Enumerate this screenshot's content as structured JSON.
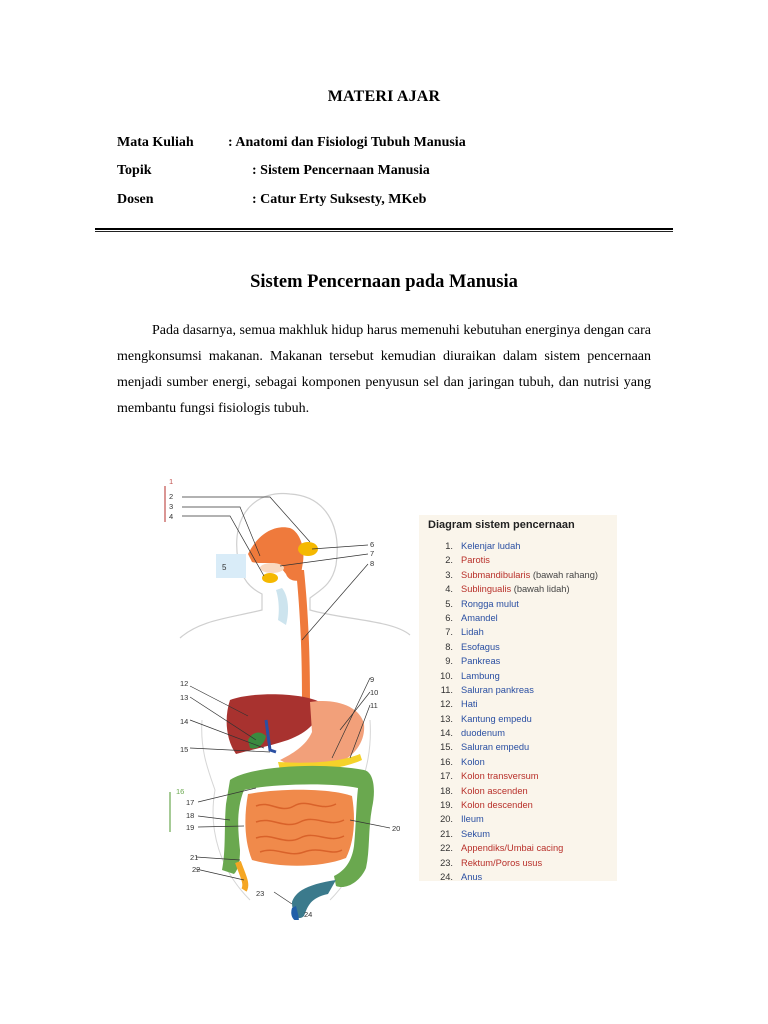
{
  "document": {
    "title": "MATERI AJAR",
    "meta": [
      {
        "label": "Mata Kuliah",
        "value": ": Anatomi dan Fisiologi Tubuh Manusia"
      },
      {
        "label": "Topik",
        "value": ": Sistem Pencernaan Manusia"
      },
      {
        "label": "Dosen",
        "value": ": Catur Erty Suksesty, MKeb"
      }
    ],
    "section_title": "Sistem Pencernaan pada Manusia",
    "paragraph": "Pada dasarnya, semua makhluk hidup harus memenuhi kebutuhan energinya dengan cara mengkonsumsi makanan. Makanan tersebut kemudian diuraikan dalam sistem pencernaan menjadi sumber energi, sebagai komponen penyusun sel dan jaringan tubuh, dan nutrisi yang membantu fungsi fisiologis tubuh."
  },
  "figure": {
    "numbers": [
      "1",
      "2",
      "3",
      "4",
      "5",
      "6",
      "7",
      "8",
      "9",
      "10",
      "11",
      "12",
      "13",
      "14",
      "15",
      "16",
      "17",
      "18",
      "19",
      "20",
      "21",
      "22",
      "23",
      "24"
    ],
    "legend": {
      "title": "Diagram sistem pencernaan",
      "items": [
        {
          "num": "1.",
          "text": "Kelenjar ludah",
          "color": "blue"
        },
        {
          "num": "2.",
          "text": "Parotis",
          "color": "red"
        },
        {
          "num": "3.",
          "text": "Submandibularis",
          "note": "(bawah rahang)",
          "color": "red"
        },
        {
          "num": "4.",
          "text": "Sublingualis",
          "note": "(bawah lidah)",
          "color": "red"
        },
        {
          "num": "5.",
          "text": "Rongga mulut",
          "color": "blue"
        },
        {
          "num": "6.",
          "text": "Amandel",
          "color": "blue"
        },
        {
          "num": "7.",
          "text": "Lidah",
          "color": "blue"
        },
        {
          "num": "8.",
          "text": "Esofagus",
          "color": "blue"
        },
        {
          "num": "9.",
          "text": "Pankreas",
          "color": "blue"
        },
        {
          "num": "10.",
          "text": "Lambung",
          "color": "blue"
        },
        {
          "num": "11.",
          "text": "Saluran pankreas",
          "color": "blue"
        },
        {
          "num": "12.",
          "text": "Hati",
          "color": "blue"
        },
        {
          "num": "13.",
          "text": "Kantung empedu",
          "color": "blue"
        },
        {
          "num": "14.",
          "text": "duodenum",
          "color": "blue"
        },
        {
          "num": "15.",
          "text": "Saluran empedu",
          "color": "blue"
        },
        {
          "num": "16.",
          "text": "Kolon",
          "color": "blue"
        },
        {
          "num": "17.",
          "text": "Kolon transversum",
          "color": "red"
        },
        {
          "num": "18.",
          "text": "Kolon ascenden",
          "color": "red"
        },
        {
          "num": "19.",
          "text": "Kolon descenden",
          "color": "red"
        },
        {
          "num": "20.",
          "text": "Ileum",
          "color": "blue"
        },
        {
          "num": "21.",
          "text": "Sekum",
          "color": "blue"
        },
        {
          "num": "22.",
          "text": "Appendiks/Umbai cacing",
          "color": "red"
        },
        {
          "num": "23.",
          "text": "Rektum/Poros usus",
          "color": "red"
        },
        {
          "num": "24.",
          "text": "Anus",
          "color": "blue"
        }
      ]
    }
  }
}
